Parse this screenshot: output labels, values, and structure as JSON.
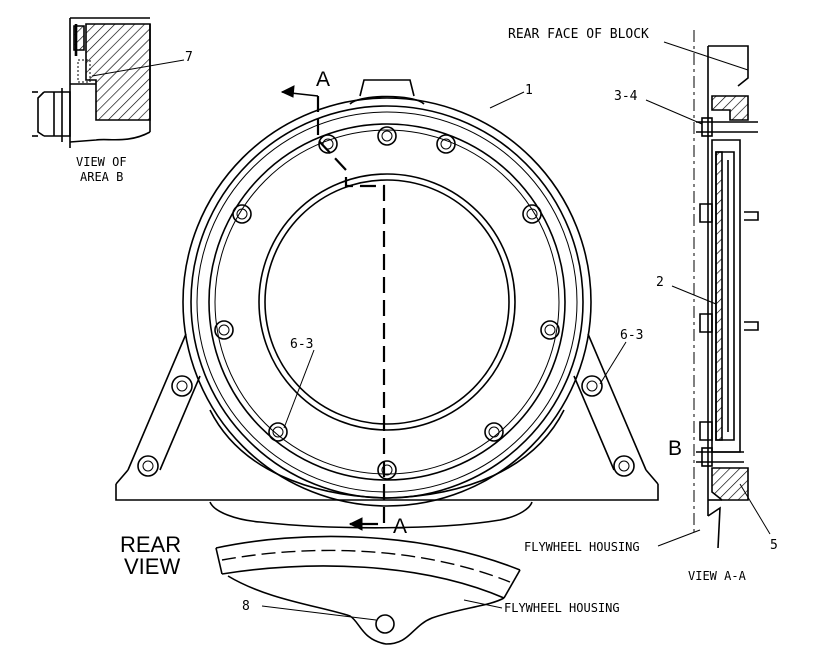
{
  "labels": {
    "callout_7": "7",
    "view_of_area_b_line1": "VIEW OF",
    "view_of_area_b_line2": "AREA B",
    "section_a_top": "A",
    "section_a_bottom": "A",
    "callout_1": "1",
    "rear_face_of_block": "REAR FACE OF BLOCK",
    "callout_3_4": "3-4",
    "callout_2": "2",
    "callout_6_3_left": "6-3",
    "callout_6_3_right": "6-3",
    "area_b": "B",
    "callout_5": "5",
    "rear_view_line1": "REAR",
    "rear_view_line2": "VIEW",
    "flywheel_housing_right": "FLYWHEEL HOUSING",
    "view_a_a": "VIEW A-A",
    "callout_8": "8",
    "flywheel_housing_bottom": "FLYWHEEL HOUSING"
  },
  "colors": {
    "ink": "#000000",
    "paper": "#ffffff"
  }
}
